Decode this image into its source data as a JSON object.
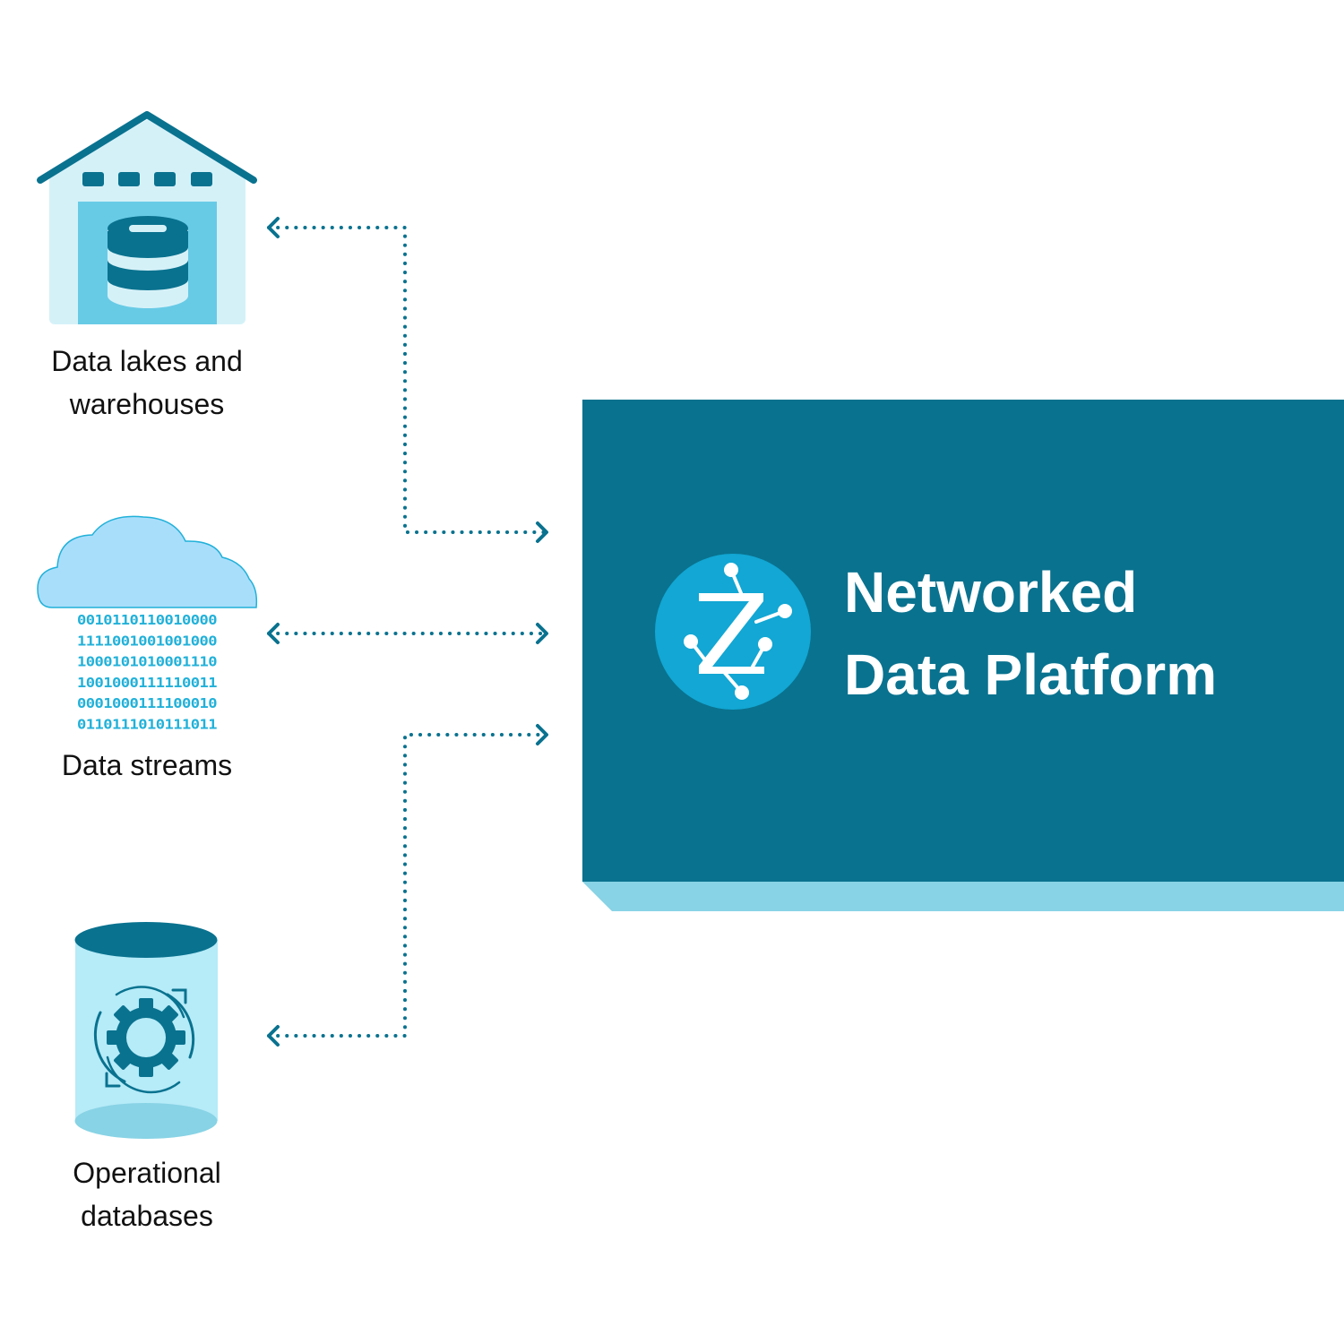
{
  "colors": {
    "teal_dark": "#09728F",
    "teal_shadow": "#88D3E5",
    "light_blue": "#D5F1F8",
    "mid_blue": "#68CBE6",
    "cloud": "#A9DEFB",
    "cyan": "#21B1D9",
    "logo_circle": "#12A7D4",
    "db_body": "#B6EBF8"
  },
  "sources": [
    {
      "id": "lakes",
      "icon": "warehouse-icon",
      "label_lines": [
        "Data lakes and",
        "warehouses"
      ]
    },
    {
      "id": "streams",
      "icon": "cloud-binary-icon",
      "label_lines": [
        "Data streams"
      ]
    },
    {
      "id": "databases",
      "icon": "database-gear-icon",
      "label_lines": [
        "Operational",
        "databases"
      ]
    }
  ],
  "binary_rows": [
    "0010110110010000",
    "1111001001001000",
    "1000101010001110",
    "1001000111110011",
    "0001000111100010",
    "0110111010111011"
  ],
  "platform": {
    "logo": "z-network-logo-icon",
    "title_lines": [
      "Networked",
      "Data Platform"
    ]
  },
  "connectors": [
    {
      "from": "lakes",
      "to": "platform",
      "style": "dotted-bidirectional"
    },
    {
      "from": "streams",
      "to": "platform",
      "style": "dotted-bidirectional"
    },
    {
      "from": "databases",
      "to": "platform",
      "style": "dotted-bidirectional"
    }
  ]
}
